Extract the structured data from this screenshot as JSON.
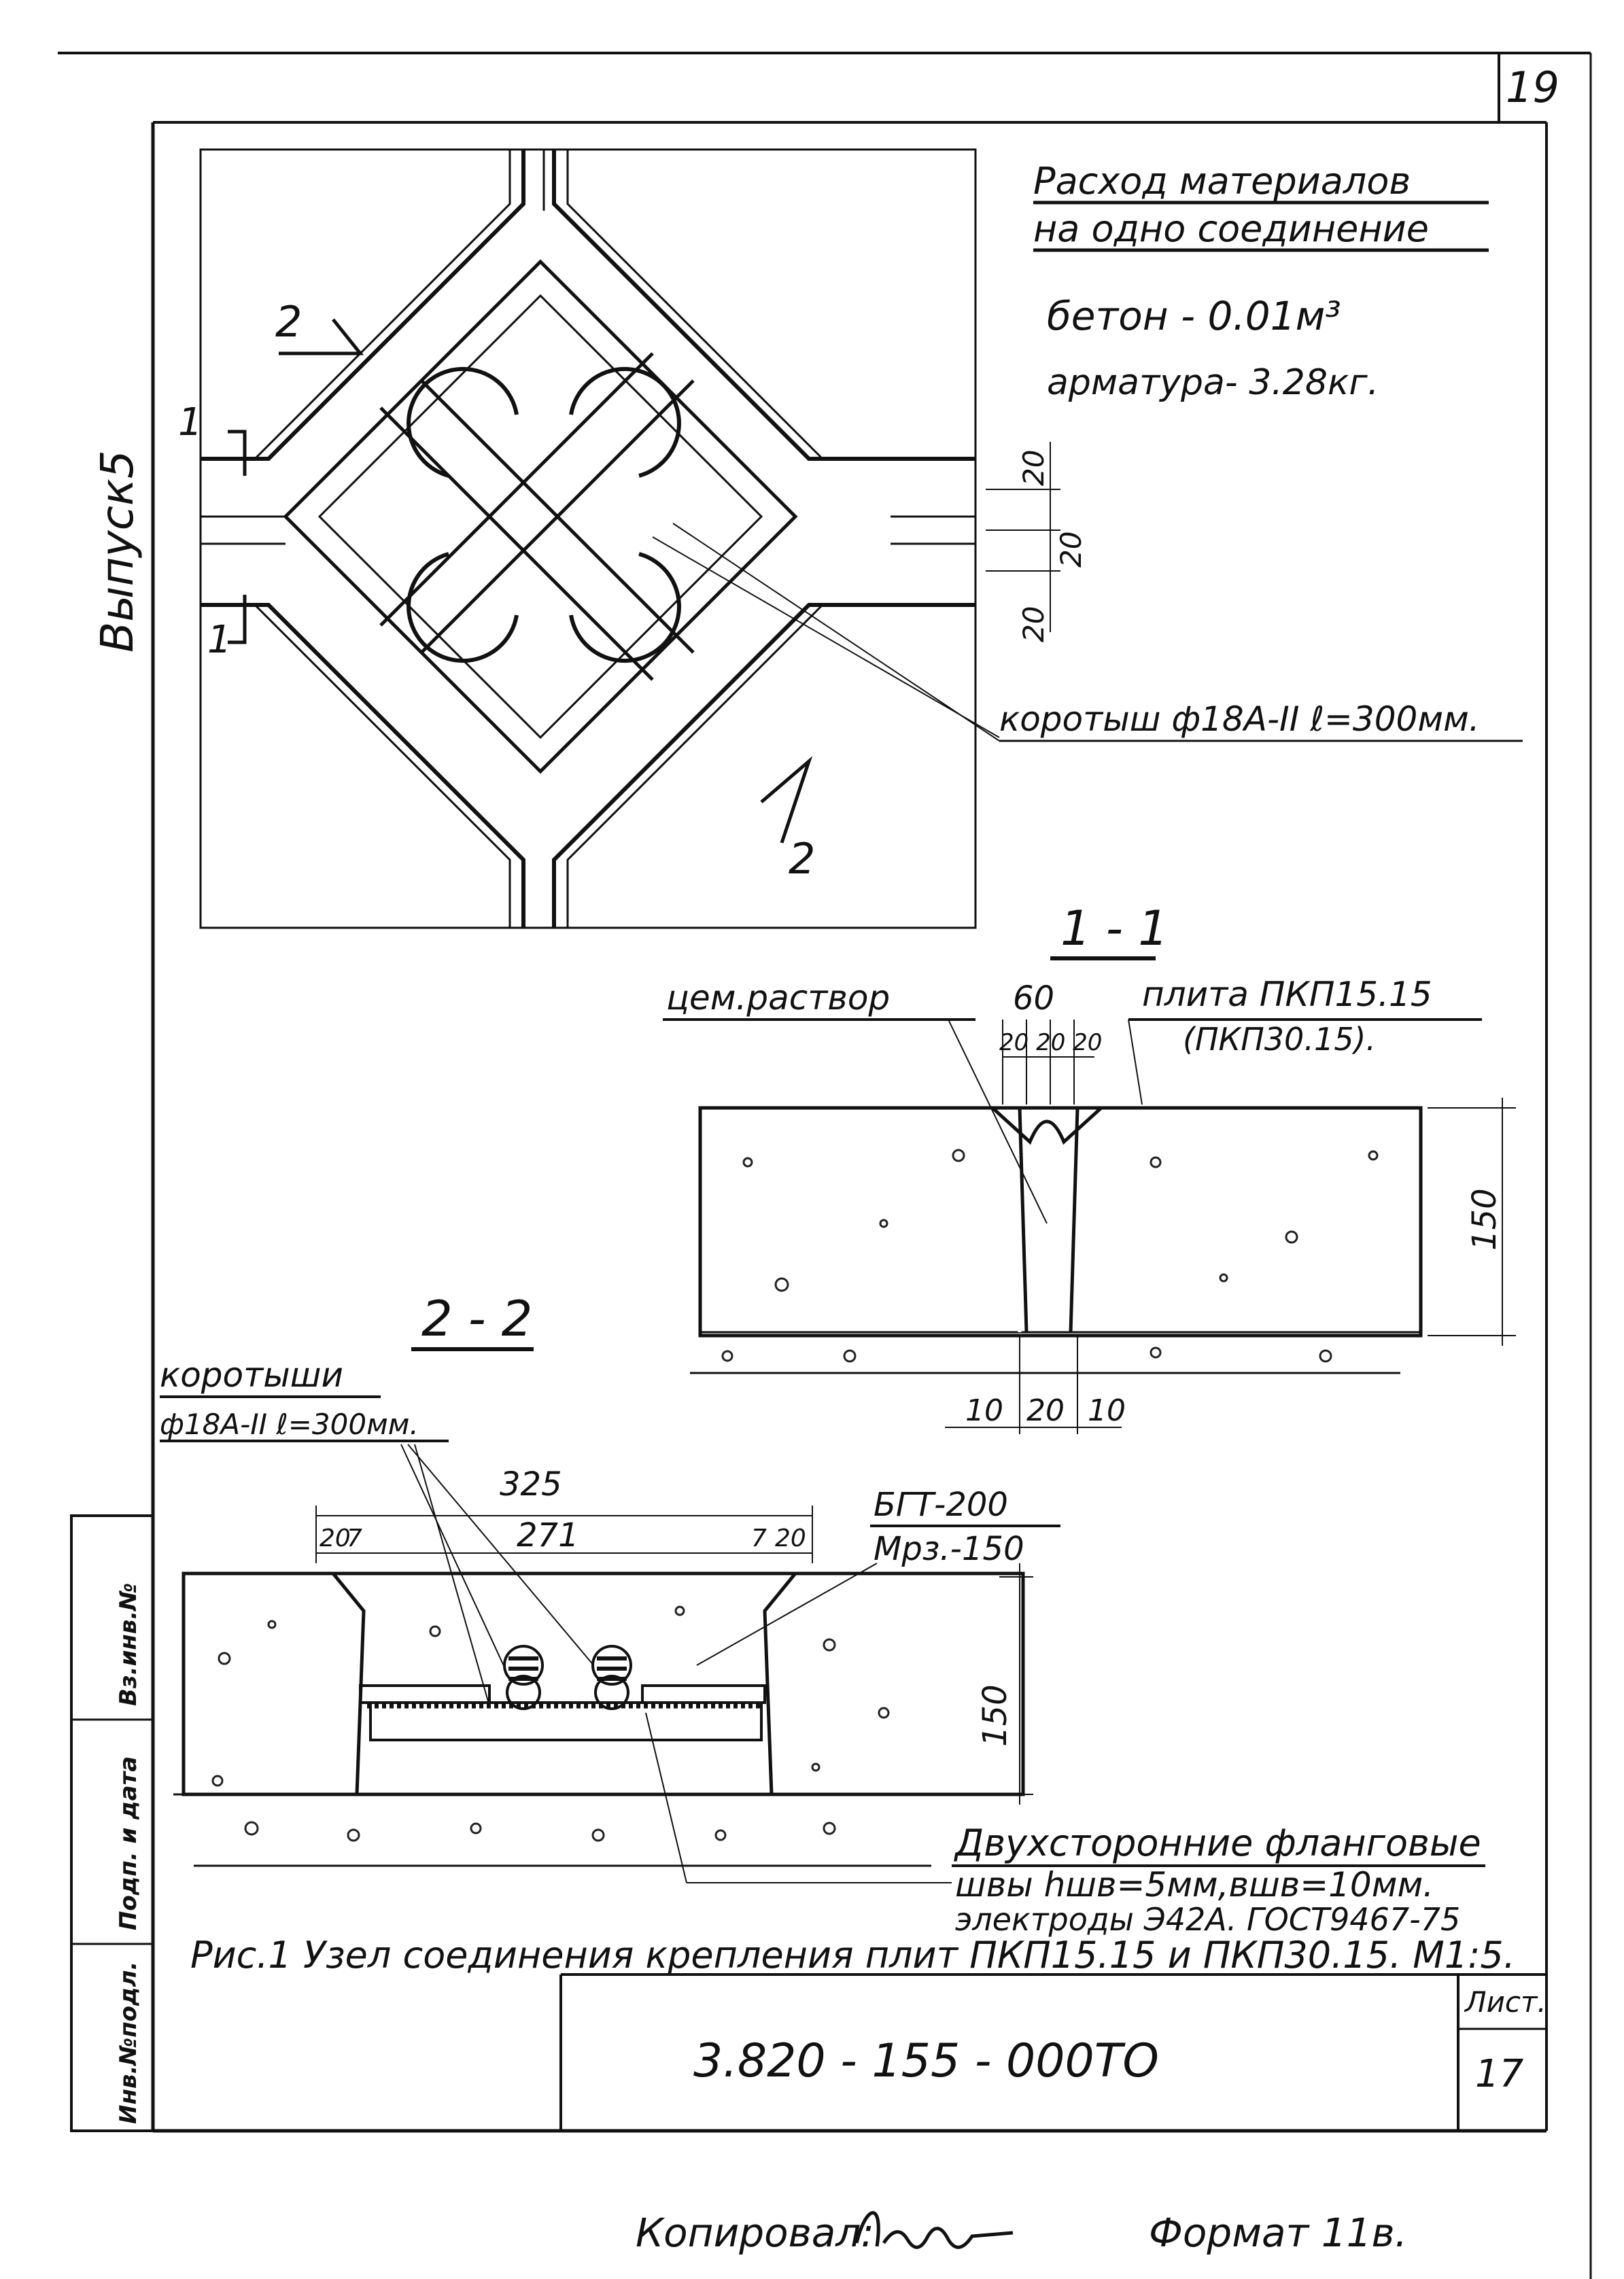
{
  "sheet": {
    "page_number": "19",
    "release": "Выпуск5",
    "copied_by_label": "Копировал:",
    "copied_signature": "Леднев",
    "format_label": "Формат 11в."
  },
  "materials": {
    "title_line1": "Расход материалов",
    "title_line2": "на одно соединение",
    "concrete": "бетон -   0.01м³",
    "rebar": "арматура-  3.28кг."
  },
  "plan": {
    "section_mark_1": "1",
    "section_mark_2": "2",
    "dim_20_a": "20",
    "dim_20_b": "20",
    "dim_20_c": "20",
    "callout_short_bar": "коротыш ф18А-II ℓ=300мм."
  },
  "section_1_1": {
    "title": "1 - 1",
    "label_mortar": "цем.раствор",
    "dim_60": "60",
    "dim_20_20_20": "20 20 20",
    "label_slab_1": "плита ПКП15.15",
    "label_slab_2": "(ПКП30.15).",
    "dim_150": "150",
    "dim_10_left": "10",
    "dim_20": "20",
    "dim_10_right": "10"
  },
  "section_2_2": {
    "title": "2 - 2",
    "label_bars_1": "коротыши",
    "label_bars_2": "ф18А-II ℓ=300мм.",
    "dim_325": "325",
    "dim_20_left": "20",
    "dim_7_left": "7",
    "dim_271": "271",
    "dim_7_right": "7",
    "dim_20_right": "20",
    "label_concrete_1": "БГТ-200",
    "label_concrete_2": "Мрз.-150",
    "dim_150": "150",
    "weld_line1": "Двухсторонние фланговые",
    "weld_line2": "швы hшв=5мм,вшв=10мм.",
    "weld_line3": "электроды Э42А. ГОСТ9467-75"
  },
  "caption": "Рис.1 Узел соединения крепления плит ПКП15.15 и ПКП30.15. М1:5.",
  "stamp": {
    "designation": "3.820 - 155   - 000ТО",
    "sheet_label": "Лист.",
    "sheet_number": "17"
  },
  "side_stamp": {
    "box1": "Вз.инв.№",
    "box2": "Подп. и дата",
    "box3": "Инв.№подл."
  }
}
